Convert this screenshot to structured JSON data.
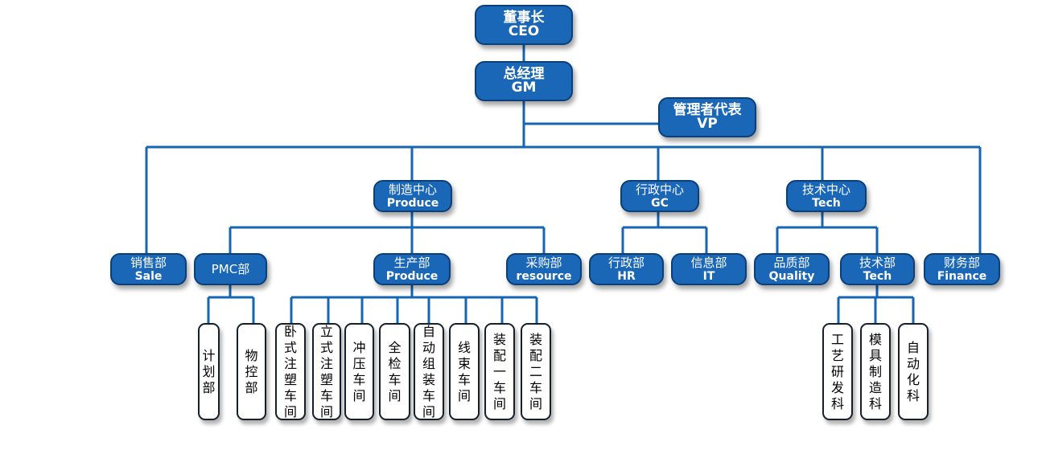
{
  "nodes": {
    "ceo": {
      "zh": "董事长",
      "en": "CEO"
    },
    "gm": {
      "zh": "总经理",
      "en": "GM"
    },
    "vp": {
      "zh": "管理者代表",
      "en": "VP"
    },
    "produce_center": {
      "zh": "制造中心",
      "en": "Produce"
    },
    "gc_center": {
      "zh": "行政中心",
      "en": "GC"
    },
    "tech_center": {
      "zh": "技术中心",
      "en": "Tech"
    },
    "sale": {
      "zh": "销售部",
      "en": "Sale"
    },
    "pmc": {
      "zh": "PMC部",
      "en": ""
    },
    "produce_dept": {
      "zh": "生产部",
      "en": "Produce"
    },
    "resource": {
      "zh": "采购部",
      "en": "resource"
    },
    "hr": {
      "zh": "行政部",
      "en": "HR"
    },
    "it": {
      "zh": "信息部",
      "en": "IT"
    },
    "quality": {
      "zh": "品质部",
      "en": "Quality"
    },
    "tech_dept": {
      "zh": "技术部",
      "en": "Tech"
    },
    "finance": {
      "zh": "财务部",
      "en": "Finance"
    }
  },
  "leaves": {
    "plan": "计划部",
    "material": "物控部",
    "w1": "卧式注塑车间",
    "w2": "立式注塑车间",
    "w3": "冲压车间",
    "w4": "全检车间",
    "w5": "自动组装车间",
    "w6": "线束车间",
    "w7": "装配一车间",
    "w8": "装配二车间",
    "t1": "工艺研发科",
    "t2": "模具制造科",
    "t3": "自动化科"
  },
  "colors": {
    "node_fill": "#1a67b7",
    "node_border": "#0b3f7a",
    "line": "#1565b5",
    "leaf_border": "#15202b"
  }
}
